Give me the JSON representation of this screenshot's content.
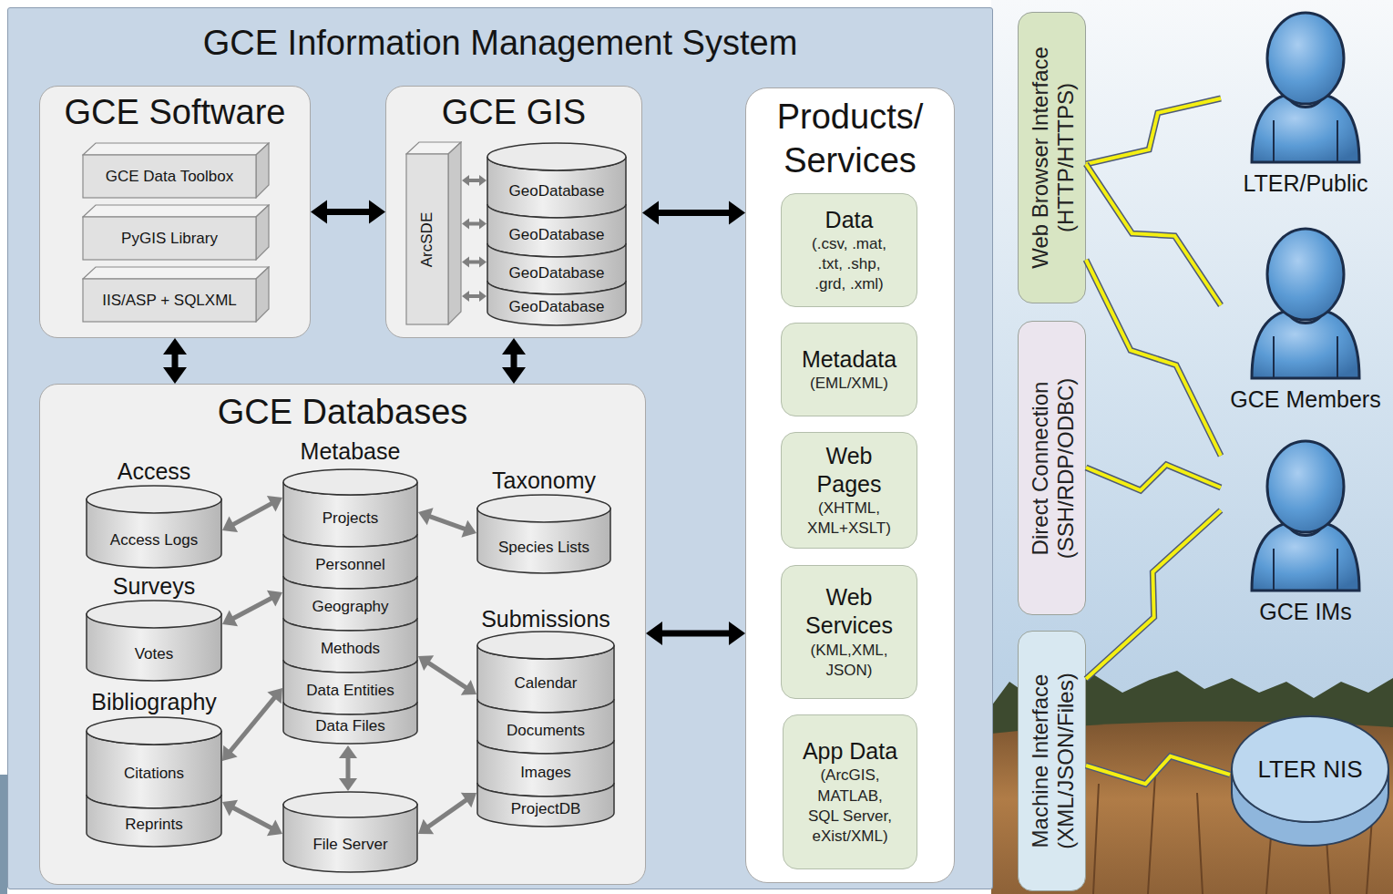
{
  "diagram": {
    "nodes": [
      {
        "text": [
          "GCE Information Management System"
        ]
      },
      {
        "text": [
          "GCE Software"
        ],
        "in": 0
      },
      {
        "text": [
          "GCE Data Toolbox"
        ],
        "in": 1
      },
      {
        "text": [
          "PyGIS Library"
        ],
        "in": 1
      },
      {
        "text": [
          "IIS/ASP + SQLXML"
        ],
        "in": 1
      },
      {
        "text": [
          "GCE GIS"
        ],
        "in": 0
      },
      {
        "text": [
          "ArcSDE"
        ],
        "in": 5
      },
      {
        "text": [
          "GeoDatabase"
        ],
        "in": 5
      },
      {
        "text": [
          "GeoDatabase"
        ],
        "in": 5
      },
      {
        "text": [
          "GeoDatabase"
        ],
        "in": 5
      },
      {
        "text": [
          "GeoDatabase"
        ],
        "in": 5
      },
      {
        "text": [
          "Products/ Services"
        ],
        "in": 0
      },
      {
        "text": [
          "Data",
          "(.csv, .mat, .txt, .shp, .grd, .xml)"
        ],
        "in": 11
      },
      {
        "text": [
          "Metadata",
          "(EML/XML)"
        ],
        "in": 11
      },
      {
        "text": [
          "Web Pages",
          "(XHTML, XML+XSLT)"
        ],
        "in": 11
      },
      {
        "text": [
          "Web Services",
          "(KML,XML, JSON)"
        ],
        "in": 11
      },
      {
        "text": [
          "App Data",
          "(ArcGIS, MATLAB, SQL Server, eXist/XML)"
        ],
        "in": 11
      },
      {
        "text": [
          "GCE Databases"
        ],
        "in": 0
      },
      {
        "text": [
          "Access",
          "Access Logs"
        ],
        "in": 17
      },
      {
        "text": [
          "Metabase"
        ],
        "in": 17
      },
      {
        "text": [
          "Projects"
        ],
        "in": 19
      },
      {
        "text": [
          "Personnel"
        ],
        "in": 19
      },
      {
        "text": [
          "Geography"
        ],
        "in": 19
      },
      {
        "text": [
          "Methods"
        ],
        "in": 19
      },
      {
        "text": [
          "Data Entities"
        ],
        "in": 19
      },
      {
        "text": [
          "Data Files"
        ],
        "in": 19
      },
      {
        "text": [
          "Taxonomy",
          "Species Lists"
        ],
        "in": 17
      },
      {
        "text": [
          "Surveys",
          "Votes"
        ],
        "in": 17
      },
      {
        "text": [
          "Submissions"
        ],
        "in": 17
      },
      {
        "text": [
          "Calendar"
        ],
        "in": 28
      },
      {
        "text": [
          "Documents"
        ],
        "in": 28
      },
      {
        "text": [
          "Images"
        ],
        "in": 28
      },
      {
        "text": [
          "ProjectDB"
        ],
        "in": 28
      },
      {
        "text": [
          "Bibliography"
        ],
        "in": 17
      },
      {
        "text": [
          "Citations"
        ],
        "in": 33
      },
      {
        "text": [
          "Reprints"
        ],
        "in": 33
      },
      {
        "text": [
          "File Server"
        ],
        "in": 17
      },
      {
        "text": [
          "Web Browser Interface",
          "(HTTP/HTTPS)"
        ]
      },
      {
        "text": [
          "Direct Connection",
          "(SSH/RDP/ODBC)"
        ]
      },
      {
        "text": [
          "Machine Interface",
          "(XML/JSON/Files)"
        ]
      },
      {
        "text": [
          "LTER/Public"
        ]
      },
      {
        "text": [
          "GCE Members"
        ]
      },
      {
        "text": [
          "GCE IMs"
        ]
      },
      {
        "text": [
          "LTER NIS"
        ]
      }
    ],
    "edges": [
      {
        "from": 1,
        "to": 5,
        "arrow": "both"
      },
      {
        "from": 5,
        "to": 11,
        "arrow": "both"
      },
      {
        "from": 1,
        "to": 17,
        "arrow": "both"
      },
      {
        "from": 5,
        "to": 17,
        "arrow": "both"
      },
      {
        "from": 17,
        "to": 11,
        "arrow": "both"
      },
      {
        "from": 6,
        "to": 7,
        "arrow": "both"
      },
      {
        "from": 6,
        "to": 8,
        "arrow": "both"
      },
      {
        "from": 6,
        "to": 9,
        "arrow": "both"
      },
      {
        "from": 6,
        "to": 10,
        "arrow": "both"
      },
      {
        "from": 18,
        "to": 19,
        "arrow": "both"
      },
      {
        "from": 27,
        "to": 19,
        "arrow": "both"
      },
      {
        "from": 33,
        "to": 19,
        "arrow": "both"
      },
      {
        "from": 19,
        "to": 26,
        "arrow": "both"
      },
      {
        "from": 19,
        "to": 28,
        "arrow": "both"
      },
      {
        "from": 19,
        "to": 36,
        "arrow": "both"
      },
      {
        "from": 33,
        "to": 36,
        "arrow": "both"
      },
      {
        "from": 28,
        "to": 36,
        "arrow": "both"
      },
      {
        "from": 37,
        "to": 40,
        "arrow": "none"
      },
      {
        "from": 37,
        "to": 41,
        "arrow": "none"
      },
      {
        "from": 37,
        "to": 42,
        "arrow": "none"
      },
      {
        "from": 38,
        "to": 42,
        "arrow": "none"
      },
      {
        "from": 39,
        "to": 42,
        "arrow": "none"
      },
      {
        "from": 39,
        "to": 43,
        "arrow": "none"
      }
    ]
  }
}
